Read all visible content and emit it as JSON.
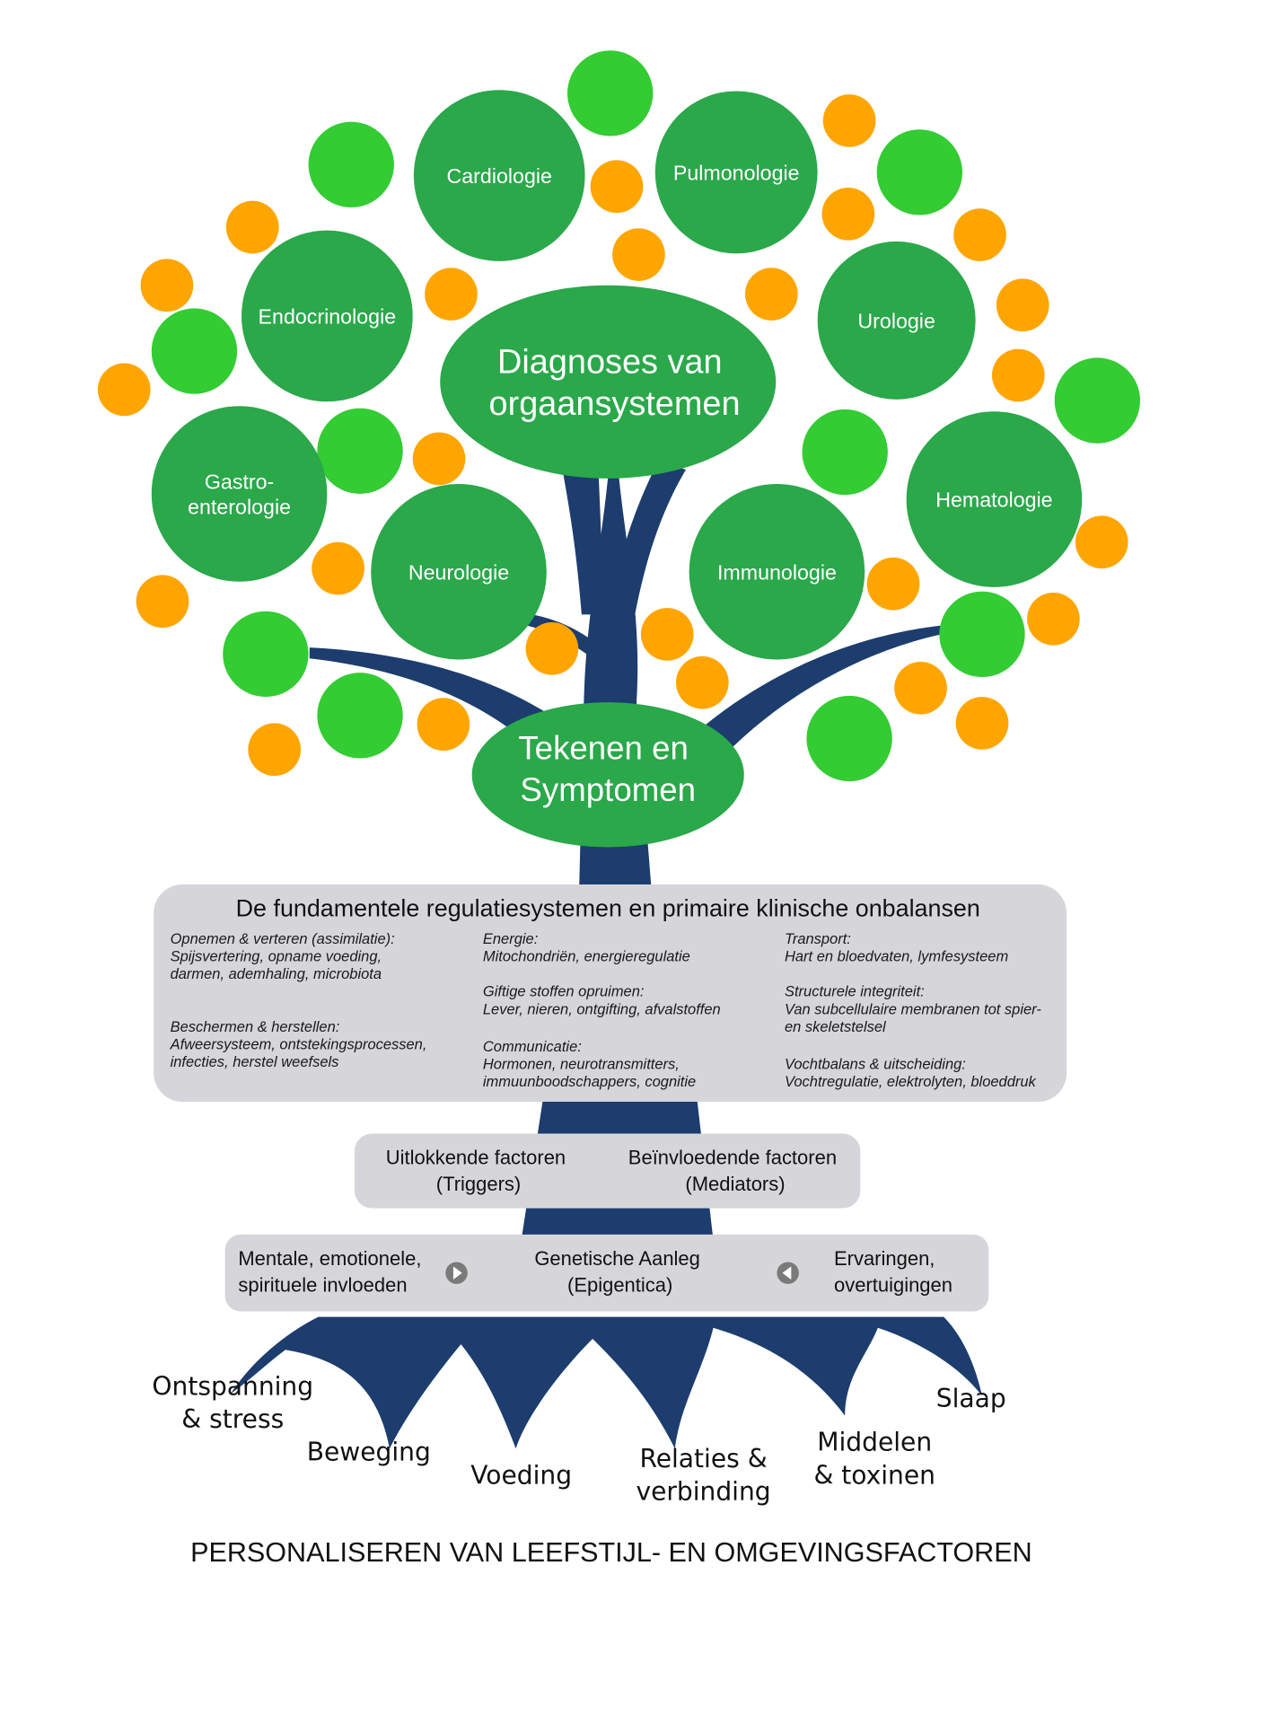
{
  "colors": {
    "organ_circle": "#2aa84a",
    "leaf_green": "#33cc33",
    "fruit_orange": "#ffa500",
    "trunk": "#1c3d6e",
    "panel": "#d6d6da",
    "arrow_button": "#7a7a7a"
  },
  "canopy": {
    "center_label": [
      "Diagnoses van",
      "orgaansystemen"
    ],
    "organ_systems": [
      {
        "label": [
          "Cardiologie"
        ]
      },
      {
        "label": [
          "Pulmonologie"
        ]
      },
      {
        "label": [
          "Endocrinologie"
        ]
      },
      {
        "label": [
          "Urologie"
        ]
      },
      {
        "label": [
          "Gastro-",
          "enterologie"
        ]
      },
      {
        "label": [
          "Neurologie"
        ]
      },
      {
        "label": [
          "Immunologie"
        ]
      },
      {
        "label": [
          "Hematologie"
        ]
      }
    ],
    "signs_label": [
      "Tekenen en",
      "Symptomen"
    ]
  },
  "regulation_panel": {
    "title": "De fundamentele regulatiesystemen en primaire klinische onbalansen",
    "columns": [
      [
        {
          "heading": "Opnemen & verteren (assimilatie):",
          "lines": [
            "Spijsvertering, opname voeding,",
            "darmen, ademhaling, microbiota"
          ]
        },
        {
          "heading": "Beschermen & herstellen:",
          "lines": [
            "Afweersysteem, ontstekingsprocessen,",
            "infecties, herstel weefsels"
          ]
        }
      ],
      [
        {
          "heading": "Energie:",
          "lines": [
            "Mitochondriën, energieregulatie"
          ]
        },
        {
          "heading": "Giftige stoffen opruimen:",
          "lines": [
            "Lever, nieren, ontgifting, afvalstoffen"
          ]
        },
        {
          "heading": "Communicatie:",
          "lines": [
            "Hormonen, neurotransmitters,",
            "immuunboodschappers, cognitie"
          ]
        }
      ],
      [
        {
          "heading": "Transport:",
          "lines": [
            "Hart en bloedvaten, lymfesysteem"
          ]
        },
        {
          "heading": "Structurele integriteit:",
          "lines": [
            "Van subcellulaire membranen tot spier-",
            "en skeletstelsel"
          ]
        },
        {
          "heading": "Vochtbalans & uitscheiding:",
          "lines": [
            "Vochtregulatie, elektrolyten, bloeddruk"
          ]
        }
      ]
    ]
  },
  "factors_panel": {
    "triggers": [
      "Uitlokkende factoren",
      "(Triggers)"
    ],
    "mediators": [
      "Beïnvloedende factoren",
      "(Mediators)"
    ]
  },
  "antecedents_panel": {
    "left": [
      "Mentale, emotionele,",
      "spirituele invloeden"
    ],
    "center": [
      "Genetische Aanleg",
      "(Epigentica)"
    ],
    "right": [
      "Ervaringen,",
      "overtuigingen"
    ]
  },
  "roots": [
    {
      "label": [
        "Ontspanning",
        "& stress"
      ]
    },
    {
      "label": [
        "Beweging"
      ]
    },
    {
      "label": [
        "Voeding"
      ]
    },
    {
      "label": [
        "Relaties &",
        "verbinding"
      ]
    },
    {
      "label": [
        "Middelen",
        "& toxinen"
      ]
    },
    {
      "label": [
        "Slaap"
      ]
    }
  ],
  "footer_title": "PERSONALISEREN VAN LEEFSTIJL- EN OMGEVINGSFACTOREN"
}
